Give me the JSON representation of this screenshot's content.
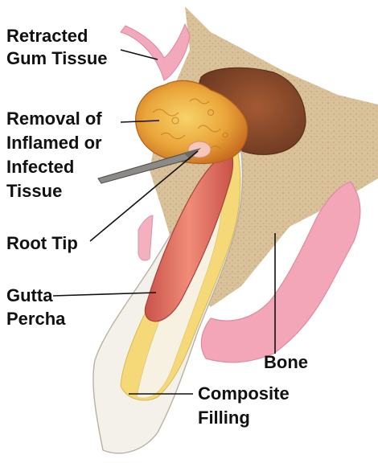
{
  "labels": {
    "retracted_gum_line1": "Retracted",
    "retracted_gum_line2": "Gum Tissue",
    "removal_line1": "Removal of",
    "removal_line2": "Inflamed or",
    "removal_line3": "Infected",
    "removal_line4": "Tissue",
    "root_tip": "Root Tip",
    "gutta_line1": "Gutta",
    "gutta_line2": "Percha",
    "bone": "Bone",
    "composite_line1": "Composite",
    "composite_line2": "Filling"
  },
  "colors": {
    "bone": "#d8bf94",
    "gum": "#f1a7b9",
    "dentin": "#f4d77a",
    "enamel": "#f3f0ea",
    "gutta_percha": "#dd6f5e",
    "inflamed_tissue": "#e9a53a",
    "dark_tissue": "#8a4a2c"
  }
}
